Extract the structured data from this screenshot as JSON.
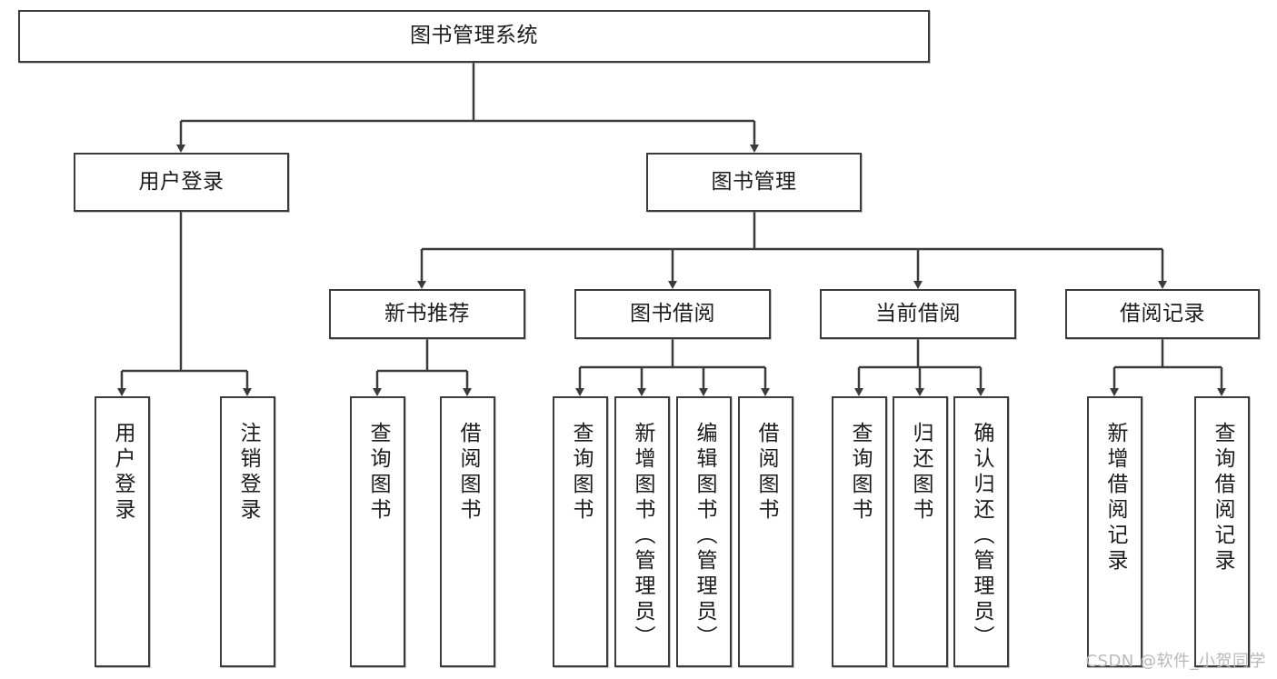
{
  "diagram": {
    "type": "tree-hierarchy-chart",
    "title": "图书管理系统",
    "watermark": "CSDN @软件_小贺同学",
    "edge_color": "#3b3b3b",
    "box_border_color": "#3b3b3b",
    "box_fill_color": "#ffffff",
    "text_color": "#1b1b1b",
    "levels": [
      {
        "level": 1,
        "nodes": [
          {
            "id": "root",
            "label": "图书管理系统",
            "orientation": "horizontal"
          }
        ]
      },
      {
        "level": 2,
        "nodes": [
          {
            "id": "login",
            "label": "用户登录",
            "orientation": "horizontal",
            "parent": "root"
          },
          {
            "id": "bookmgr",
            "label": "图书管理",
            "orientation": "horizontal",
            "parent": "root"
          }
        ]
      },
      {
        "level": 3,
        "nodes": [
          {
            "id": "newbook",
            "label": "新书推荐",
            "orientation": "horizontal",
            "parent": "bookmgr"
          },
          {
            "id": "borrow",
            "label": "图书借阅",
            "orientation": "horizontal",
            "parent": "bookmgr"
          },
          {
            "id": "current",
            "label": "当前借阅",
            "orientation": "horizontal",
            "parent": "bookmgr"
          },
          {
            "id": "records",
            "label": "借阅记录",
            "orientation": "horizontal",
            "parent": "bookmgr"
          }
        ]
      },
      {
        "level": 4,
        "nodes": [
          {
            "id": "leaf1",
            "label": "用户登录",
            "orientation": "vertical",
            "parent": "login"
          },
          {
            "id": "leaf2",
            "label": "注销登录",
            "orientation": "vertical",
            "parent": "login"
          },
          {
            "id": "leaf3",
            "label": "查询图书",
            "orientation": "vertical",
            "parent": "newbook"
          },
          {
            "id": "leaf4",
            "label": "借阅图书",
            "orientation": "vertical",
            "parent": "newbook"
          },
          {
            "id": "leaf5",
            "label": "查询图书",
            "orientation": "vertical",
            "parent": "borrow"
          },
          {
            "id": "leaf6",
            "label": "新增图书（管理员）",
            "orientation": "vertical",
            "parent": "borrow"
          },
          {
            "id": "leaf7",
            "label": "编辑图书（管理员）",
            "orientation": "vertical",
            "parent": "borrow"
          },
          {
            "id": "leaf8",
            "label": "借阅图书",
            "orientation": "vertical",
            "parent": "borrow"
          },
          {
            "id": "leaf9",
            "label": "查询图书",
            "orientation": "vertical",
            "parent": "current"
          },
          {
            "id": "leaf10",
            "label": "归还图书",
            "orientation": "vertical",
            "parent": "current"
          },
          {
            "id": "leaf11",
            "label": "确认归还（管理员）",
            "orientation": "vertical",
            "parent": "current"
          },
          {
            "id": "leaf12",
            "label": "新增借阅记录",
            "orientation": "vertical",
            "parent": "records"
          },
          {
            "id": "leaf13",
            "label": "查询借阅记录",
            "orientation": "vertical",
            "parent": "records"
          }
        ]
      }
    ]
  }
}
